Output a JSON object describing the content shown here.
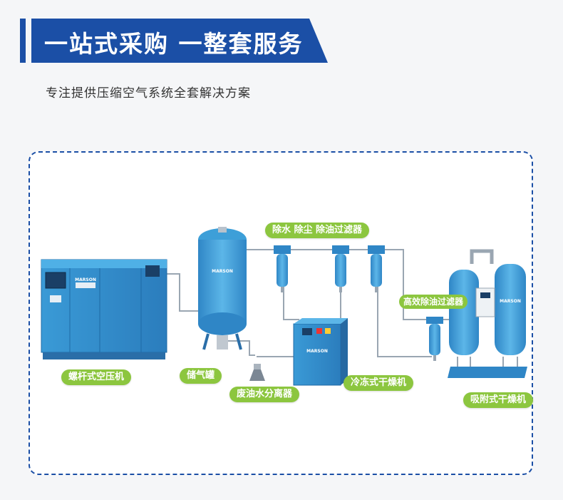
{
  "header": {
    "title": "一站式采购  一整套服务",
    "subtitle": "专注提供压缩空气系统全套解决方案"
  },
  "equipment": {
    "brand_text": "MARSON",
    "labels": {
      "compressor": "螺杆式空压机",
      "tank": "储气罐",
      "separator": "废油水分离器",
      "filters": "除水 除尘 除油过滤器",
      "dryer": "冷冻式干燥机",
      "hi_filter": "高效除油过滤器",
      "adsorption": "吸附式干燥机"
    }
  },
  "colors": {
    "brand_blue": "#1b4fa6",
    "label_green": "#8cc63f",
    "equipment_blue": "#3d9fd8"
  }
}
